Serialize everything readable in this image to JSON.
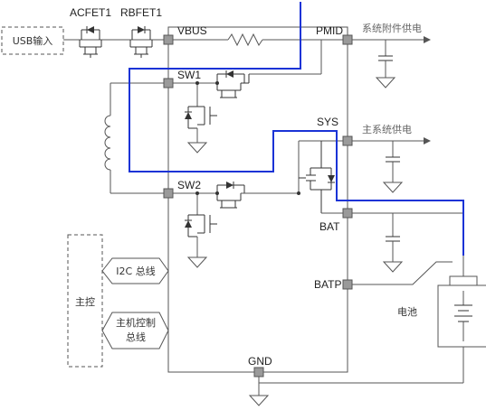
{
  "labels": {
    "usb_input": "USB输入",
    "acfet": "ACFET1",
    "rbfet": "RBFET1",
    "vbus": "VBUS",
    "pmid": "PMID",
    "sw1": "SW1",
    "sw2": "SW2",
    "sys": "SYS",
    "bat": "BAT",
    "batp": "BATP",
    "gnd": "GND",
    "accessory_power": "系统附件供电",
    "main_system_power": "主系统供电",
    "battery": "电池",
    "main_controller": "主控",
    "i2c_bus": "I2C 总线",
    "host_control_line1": "主机控制",
    "host_control_line2": "总线"
  },
  "colors": {
    "current_path": "#1a33d6",
    "wire": "#555555",
    "pin": "#9a9a9a"
  }
}
